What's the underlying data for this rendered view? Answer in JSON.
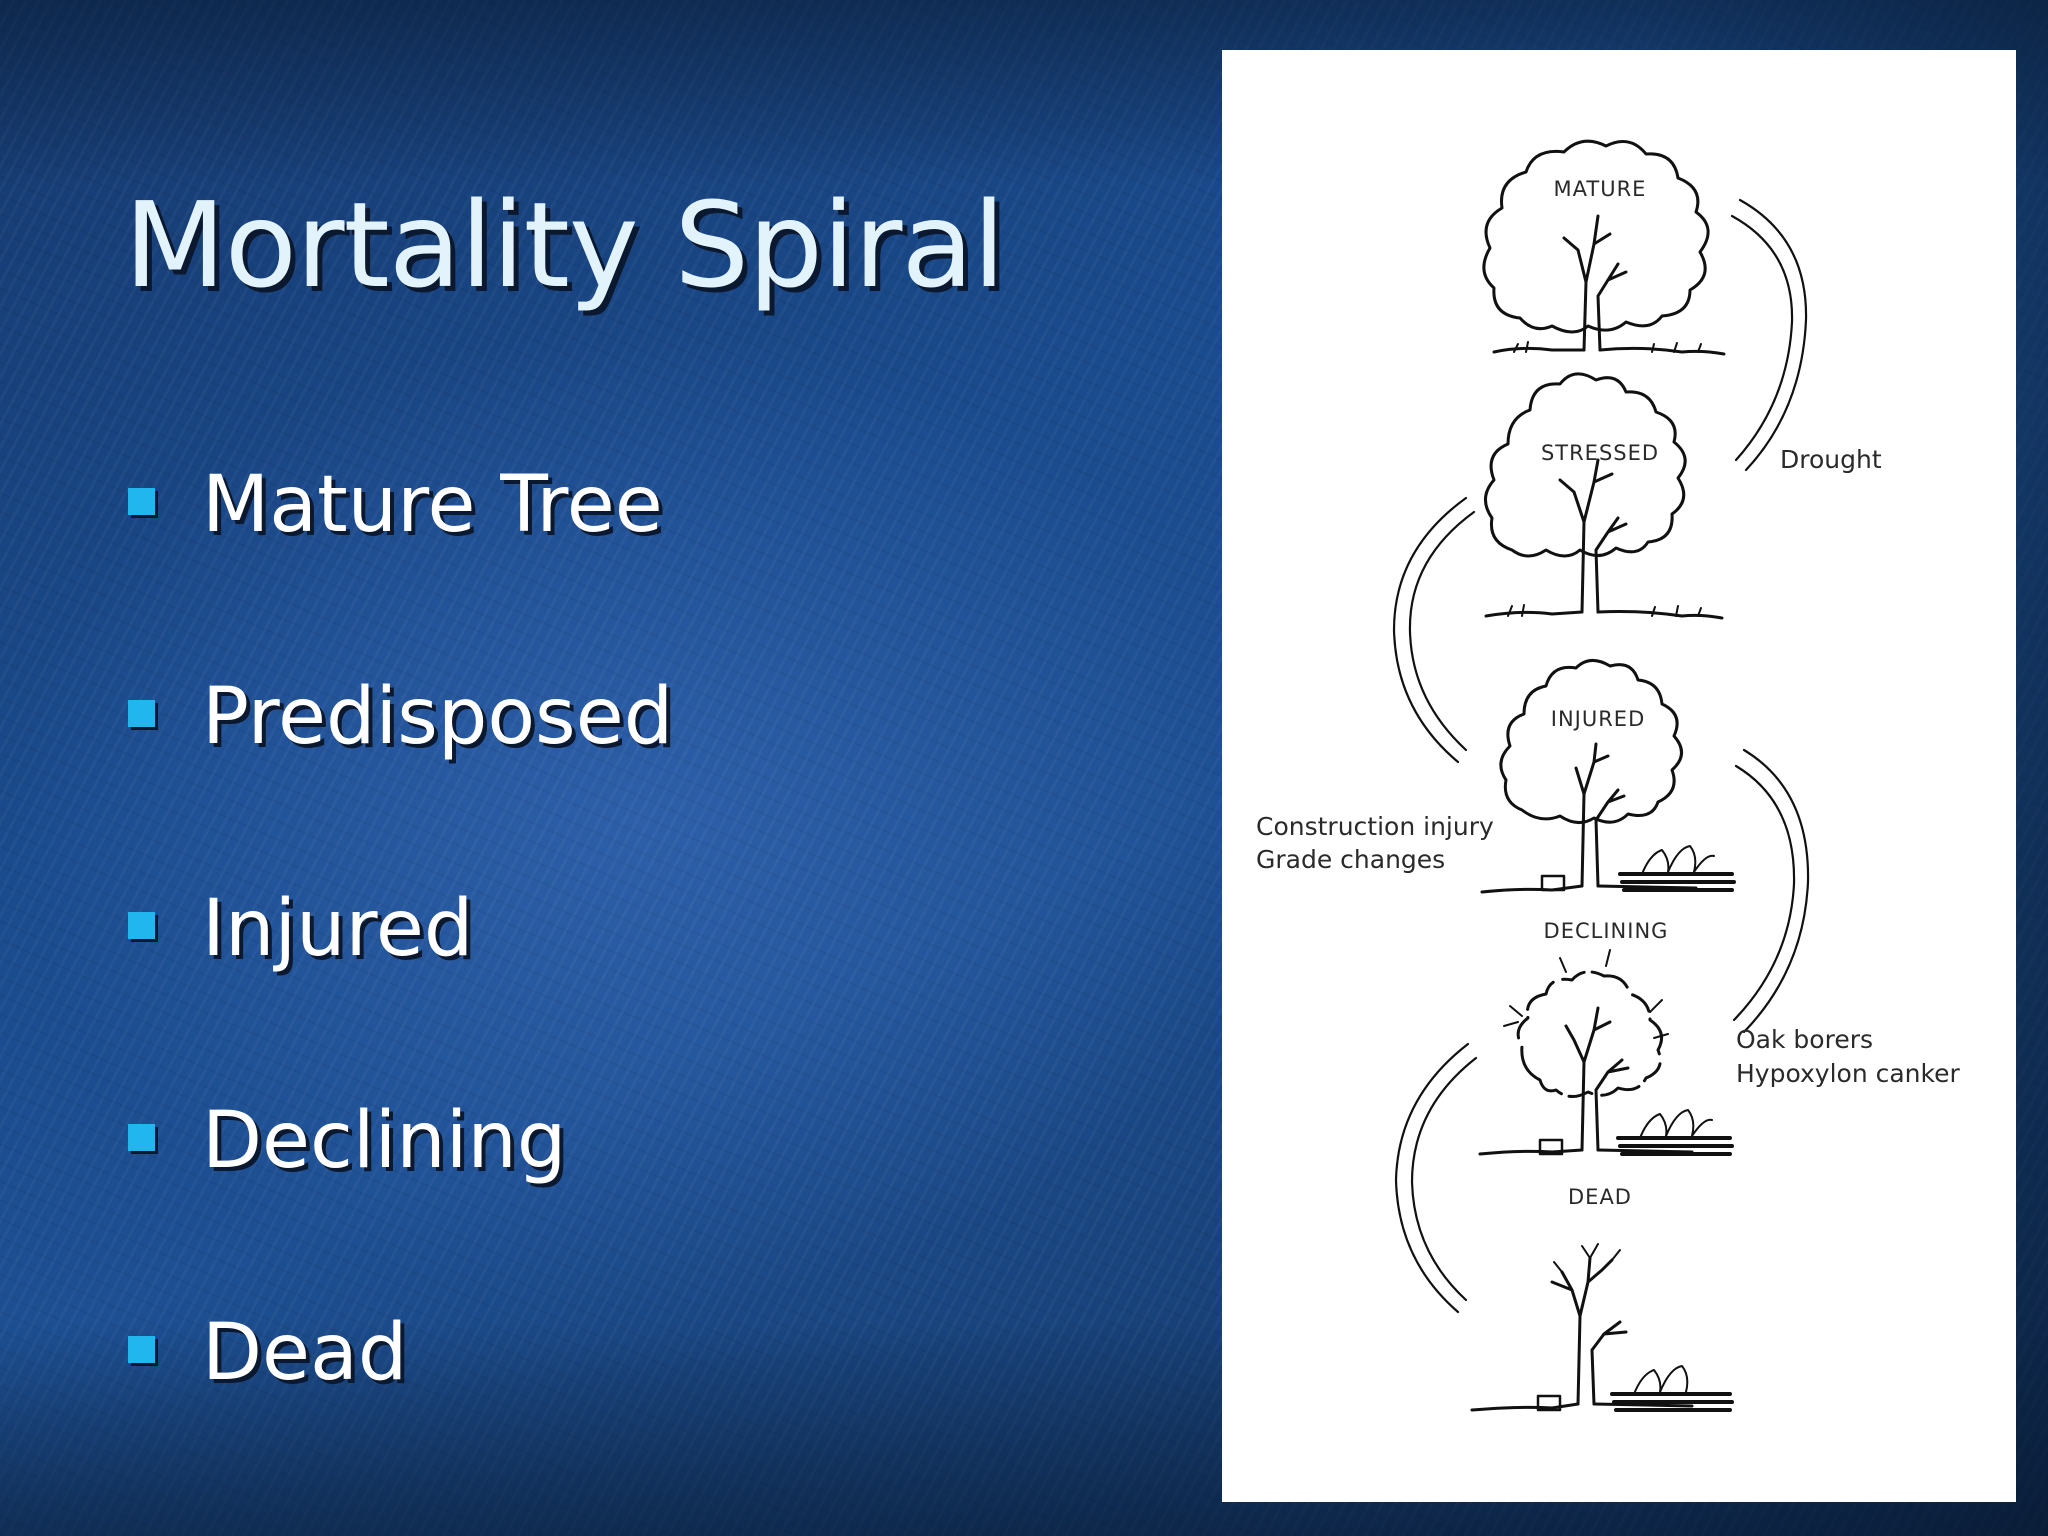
{
  "slide": {
    "title": "Mortality Spiral",
    "bullets": [
      {
        "label": "Mature Tree"
      },
      {
        "label": "Predisposed"
      },
      {
        "label": "Injured"
      },
      {
        "label": "Declining"
      },
      {
        "label": "Dead"
      }
    ]
  },
  "figure": {
    "stages": [
      {
        "label": "MATURE"
      },
      {
        "label": "STRESSED"
      },
      {
        "label": "INJURED"
      },
      {
        "label": "DECLINING"
      },
      {
        "label": "DEAD"
      }
    ],
    "causes": {
      "drought": "Drought",
      "construction_line1": "Construction injury",
      "construction_line2": "Grade changes",
      "borers_line1": "Oak borers",
      "borers_line2": "Hypoxylon canker"
    }
  },
  "colors": {
    "bullet_accent": "#22b6ee",
    "title_text": "#e3f3fb",
    "background_blue": "#1d4f92"
  }
}
